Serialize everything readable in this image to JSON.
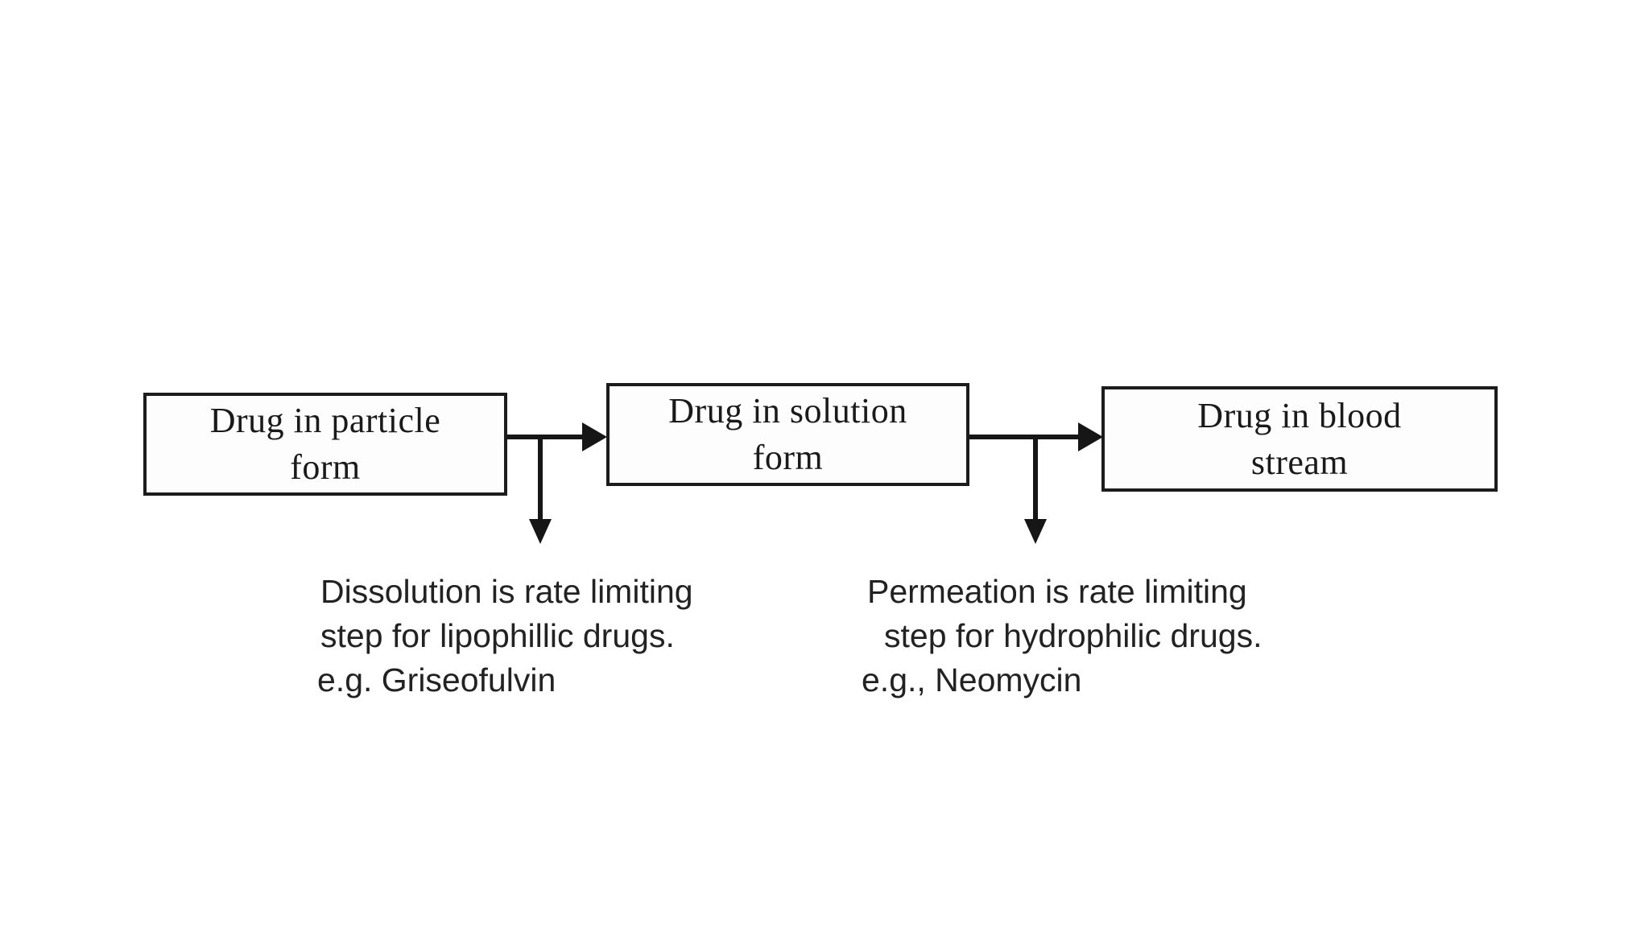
{
  "flowchart": {
    "boxes": [
      {
        "id": "drug-in-particle-form",
        "lines": [
          "Drug in particle",
          "form"
        ]
      },
      {
        "id": "drug-in-solution-form",
        "lines": [
          "Drug in solution",
          "form"
        ]
      },
      {
        "id": "drug-in-blood-stream",
        "lines": [
          "Drug in blood",
          "stream"
        ]
      }
    ],
    "connectors": [
      {
        "type": "arrow-right",
        "from": "drug-in-particle-form",
        "to": "drug-in-solution-form"
      },
      {
        "type": "arrow-right",
        "from": "drug-in-solution-form",
        "to": "drug-in-blood-stream"
      },
      {
        "type": "arrow-down",
        "branch_of": "first arrow",
        "points_to": "dissolution-note"
      },
      {
        "type": "arrow-down",
        "branch_of": "second arrow",
        "points_to": "permeation-note"
      }
    ],
    "notes": [
      {
        "id": "dissolution-note",
        "lines": [
          "Dissolution is rate limiting",
          "step for lipophillic drugs.",
          "e.g. Griseofulvin"
        ]
      },
      {
        "id": "permeation-note",
        "lines": [
          "Permeation is rate limiting",
          "step for hydrophilic drugs.",
          "e.g., Neomycin"
        ]
      }
    ],
    "colors": {
      "background": "#ffffff",
      "line": "#161616",
      "box_border": "#1c1c1c",
      "box_text": "#1a1a1a",
      "note_text": "#222222"
    }
  }
}
